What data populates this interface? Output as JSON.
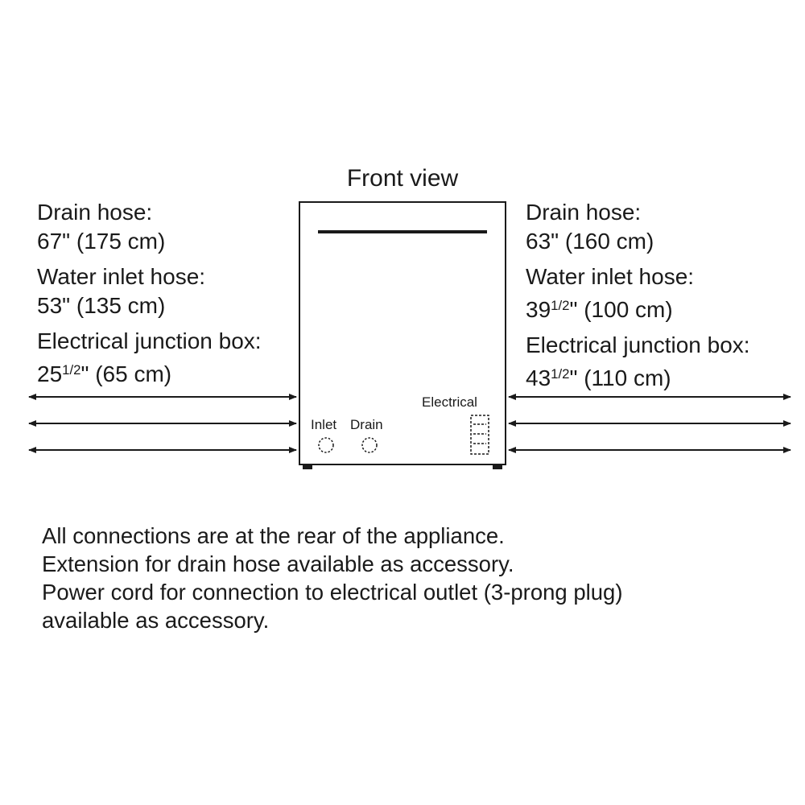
{
  "title": "Front view",
  "left_specs": [
    {
      "label": "Drain hose:",
      "value": "67\" (175 cm)"
    },
    {
      "label": "Water inlet hose:",
      "value": "53\" (135 cm)"
    },
    {
      "label": "Electrical junction box:",
      "value_whole": "25",
      "value_frac": "1/2",
      "value_rest": "\" (65 cm)"
    }
  ],
  "right_specs": [
    {
      "label": "Drain hose:",
      "value": "63\" (160 cm)"
    },
    {
      "label": "Water inlet hose:",
      "value_whole": "39",
      "value_frac": "1/2",
      "value_rest": "\" (100 cm)"
    },
    {
      "label": "Electrical junction box:",
      "value_whole": "43",
      "value_frac": "1/2",
      "value_rest": "\" (110 cm)"
    }
  ],
  "appliance_labels": {
    "inlet": "Inlet",
    "drain": "Drain",
    "electrical": "Electrical"
  },
  "notes": [
    "All connections are at the rear of the appliance.",
    "Extension for drain hose available as accessory.",
    "Power cord for connection to electrical outlet (3-prong plug)",
    "available as accessory."
  ]
}
